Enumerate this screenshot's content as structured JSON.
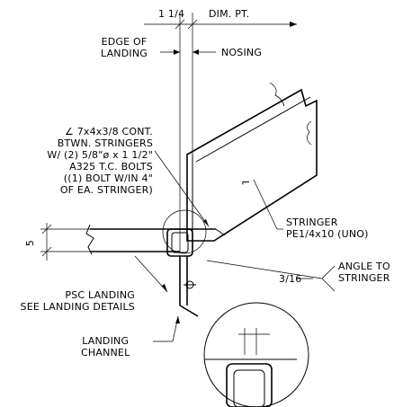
{
  "labels": {
    "offset": "1 1/4",
    "dim_pt": "DIM. PT.",
    "edge_of_landing": "EDGE OF\nLANDING",
    "nosing": "NOSING",
    "angle_callout": "∠ 7x4x3/8 CONT.\nBTWN. STRINGERS\nW/ (2) 5/8\"ø x 1 1/2\"\nA325 T.C. BOLTS\n((1) BOLT W/IN 4\"\nOF EA. STRINGER)",
    "stringer": "STRINGER\nPE1/4x10 (UNO)",
    "angle_to_stringer": "ANGLE TO\nSTRINGER",
    "weld": "3/16",
    "depth": "5",
    "psc_landing": "PSC LANDING\nSEE LANDING DETAILS",
    "landing_channel": "LANDING\nCHANNEL",
    "weld_mark": "⌐"
  }
}
